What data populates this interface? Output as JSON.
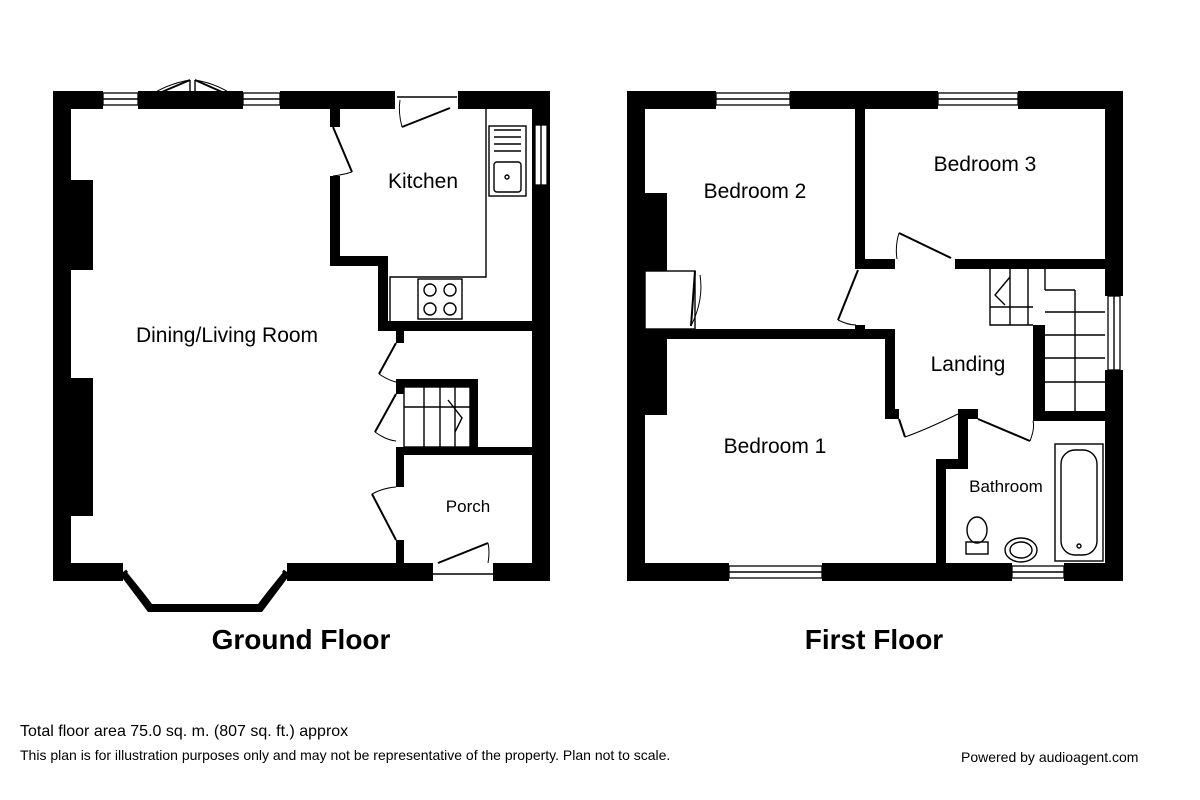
{
  "ground_floor": {
    "title": "Ground Floor",
    "rooms": {
      "living": "Dining/Living Room",
      "kitchen": "Kitchen",
      "porch": "Porch"
    }
  },
  "first_floor": {
    "title": "First Floor",
    "rooms": {
      "bedroom1": "Bedroom 1",
      "bedroom2": "Bedroom 2",
      "bedroom3": "Bedroom 3",
      "landing": "Landing",
      "bathroom": "Bathroom"
    }
  },
  "footer": {
    "total_area": "Total floor area 75.0 sq. m. (807 sq. ft.) approx",
    "disclaimer": "This plan is for illustration purposes only and may not be representative of the property. Plan not to scale.",
    "powered_by": "Powered by audioagent.com"
  }
}
